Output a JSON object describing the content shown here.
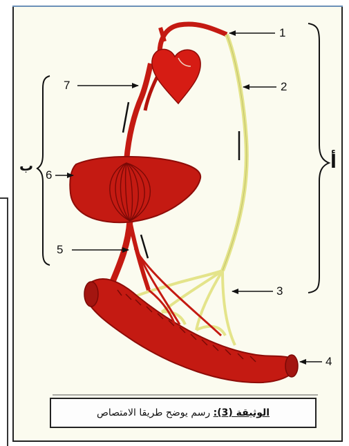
{
  "labels": {
    "n1": "1",
    "n2": "2",
    "n3": "3",
    "n4": "4",
    "n5": "5",
    "n6": "6",
    "n7": "7"
  },
  "braces": {
    "alif": "أ",
    "ba": "ب"
  },
  "caption": {
    "title": "الوثيقة (3):",
    "text": "رسم يوضح طريقا الامتصاص"
  },
  "colors": {
    "blood": "#c41a12",
    "blood_dark": "#8e0c08",
    "lymph": "#e4e48a",
    "lymph_dark": "#a9a955",
    "background": "#fbfbef"
  }
}
